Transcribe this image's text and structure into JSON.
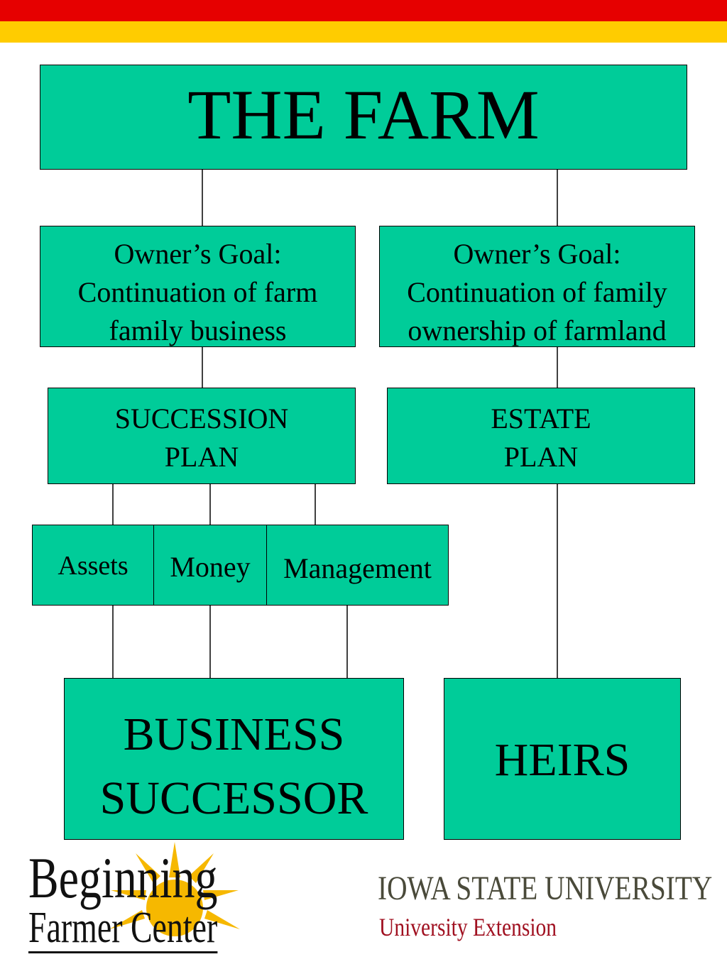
{
  "diagram": {
    "top": {
      "label": "THE FARM"
    },
    "goal_business": {
      "lines": [
        "Owner’s Goal:",
        "Continuation of farm",
        "family business"
      ]
    },
    "goal_land": {
      "lines": [
        "Owner’s Goal:",
        "Continuation of family",
        "ownership of farmland"
      ]
    },
    "succession_plan": {
      "lines": [
        "SUCCESSION",
        "PLAN"
      ]
    },
    "estate_plan": {
      "lines": [
        "ESTATE",
        "PLAN"
      ]
    },
    "components": {
      "assets": "Assets",
      "money": "Money",
      "management": "Management"
    },
    "business_successor": {
      "lines": [
        "BUSINESS",
        "SUCCESSOR"
      ]
    },
    "heirs": {
      "label": "HEIRS"
    }
  },
  "logos": {
    "beginning_farmer": {
      "line1": "Beginning",
      "line2": "Farmer Center"
    },
    "iowa_state": {
      "name": "IOWA STATE UNIVERSITY",
      "sub": "University Extension"
    }
  },
  "colors": {
    "box_fill": "#00cc99",
    "top_bar_red": "#e60000",
    "top_bar_yellow": "#ffcc00",
    "sun": "#f6b800",
    "isu_name": "#4a4a3a",
    "isu_extension": "#a01020"
  }
}
